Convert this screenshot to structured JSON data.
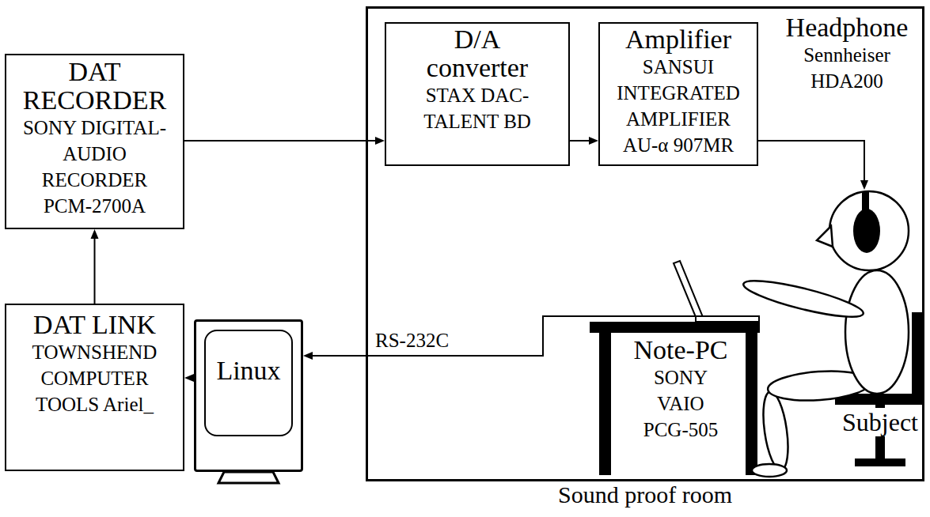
{
  "diagram": {
    "nodes": [
      {
        "text": [
          "DAT RECORDER",
          "SONY DIGITAL-AUDIO RECORDER PCM-2700A"
        ]
      },
      {
        "text": [
          "DAT LINK",
          "TOWNSHEND COMPUTER TOOLS Ariel_"
        ]
      },
      {
        "text": [
          "Linux"
        ]
      },
      {
        "text": [
          "Sound proof room"
        ]
      },
      {
        "text": [
          "D/A converter",
          "STAX DAC-TALENT BD"
        ],
        "in": 3
      },
      {
        "text": [
          "Amplifier",
          "SANSUI INTEGRATED AMPLIFIER AU-α 907MR"
        ],
        "in": 3
      },
      {
        "text": [
          "Headphone",
          "Sennheiser HDA200"
        ],
        "in": 3
      },
      {
        "text": [
          "Note-PC",
          "SONY VAIO PCG-505"
        ],
        "in": 3
      }
    ],
    "edges": [
      {
        "from": 1,
        "to": 0,
        "arrow": "to"
      },
      {
        "from": 0,
        "to": 4,
        "arrow": "to"
      },
      {
        "from": 4,
        "to": 5,
        "arrow": "to"
      },
      {
        "from": 5,
        "to": 6,
        "arrow": "to"
      },
      {
        "from": 7,
        "to": 2,
        "label": "RS-232C",
        "arrow": "to"
      },
      {
        "from": 2,
        "to": 1,
        "arrow": "to"
      }
    ],
    "labels": [
      "Subject"
    ]
  }
}
